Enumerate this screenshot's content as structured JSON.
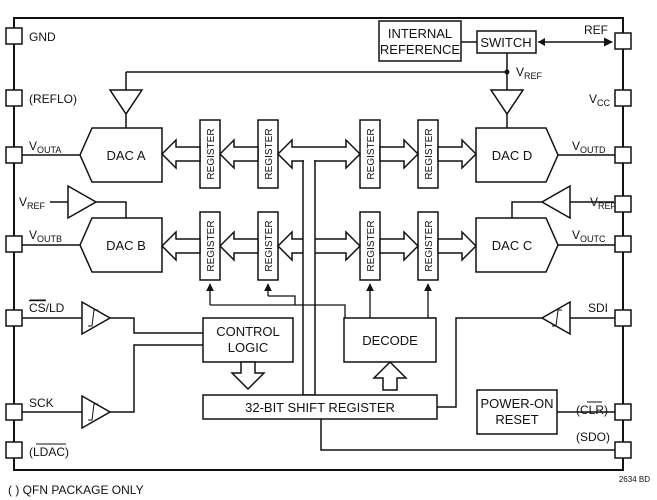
{
  "pins_left": {
    "gnd": "GND",
    "reflo": "(REFLO)",
    "vouta_main": "V",
    "vouta_sub": "OUTA",
    "voutb_main": "V",
    "voutb_sub": "OUTB",
    "cs_ld_bar": "CS",
    "cs_ld_rest": "/LD",
    "sck": "SCK",
    "ldac": "(LDAC)"
  },
  "pins_right": {
    "ref": "REF",
    "vcc_main": "V",
    "vcc_sub": "CC",
    "voutd_main": "V",
    "voutd_sub": "OUTD",
    "vref_main": "V",
    "vref_sub": "REF",
    "voutc_main": "V",
    "voutc_sub": "OUTC",
    "sdi": "SDI",
    "clr": "(CLR)",
    "sdo": "(SDO)"
  },
  "blocks": {
    "internal_reference_line1": "INTERNAL",
    "internal_reference_line2": "REFERENCE",
    "switch": "SWITCH",
    "dac_a": "DAC A",
    "dac_b": "DAC B",
    "dac_c": "DAC C",
    "dac_d": "DAC D",
    "register": "REGISTER",
    "control_logic_line1": "CONTROL",
    "control_logic_line2": "LOGIC",
    "decode": "DECODE",
    "shift_register": "32-BIT SHIFT REGISTER",
    "power_on_reset_line1": "POWER-ON",
    "power_on_reset_line2": "RESET"
  },
  "inner_labels": {
    "vref_top_main": "V",
    "vref_top_sub": "REF",
    "vref_left_main": "V",
    "vref_left_sub": "REF"
  },
  "footer": {
    "note": "( ) QFN PACKAGE ONLY",
    "code": "2634 BD"
  }
}
